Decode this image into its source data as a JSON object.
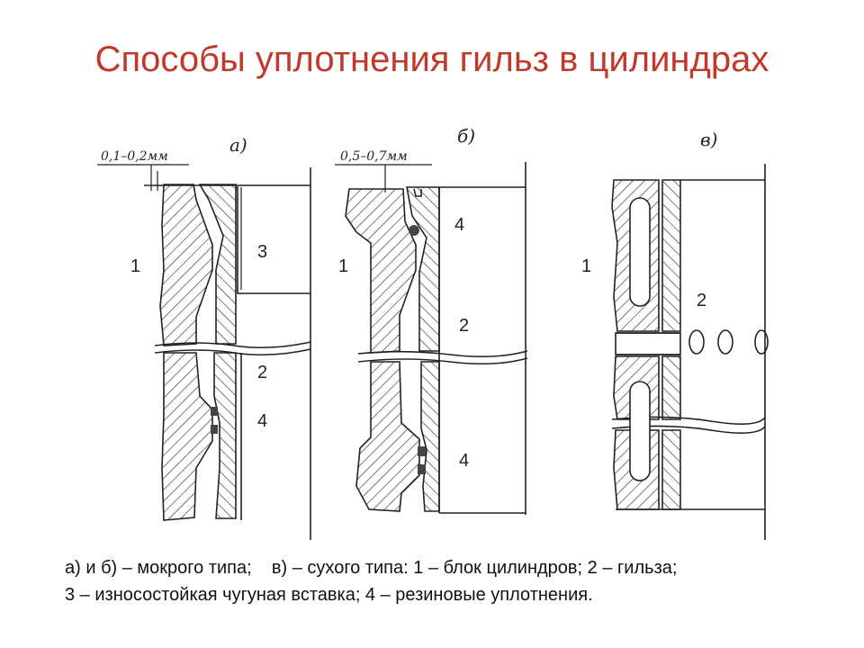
{
  "title": "Способы уплотнения гильз в цилиндрах",
  "panels": {
    "a": {
      "letter": "а)",
      "dimension": "0,1–0,2мм",
      "labels": [
        "1",
        "3",
        "2",
        "4"
      ]
    },
    "b": {
      "letter": "б)",
      "dimension": "0,5–0,7мм",
      "labels": [
        "1",
        "4",
        "2",
        "4"
      ]
    },
    "c": {
      "letter": "в)",
      "labels": [
        "1",
        "2"
      ]
    }
  },
  "caption": {
    "line1": "а) и б) – мокрого типа;    в) – сухого типа: 1 – блок цилиндров; 2 – гильза;",
    "line2": "3 – износостойкая чугуная вставка; 4 – резиновые уплотнения."
  },
  "colors": {
    "title": "#c0392b",
    "line": "#222222",
    "seal": "#444444"
  }
}
